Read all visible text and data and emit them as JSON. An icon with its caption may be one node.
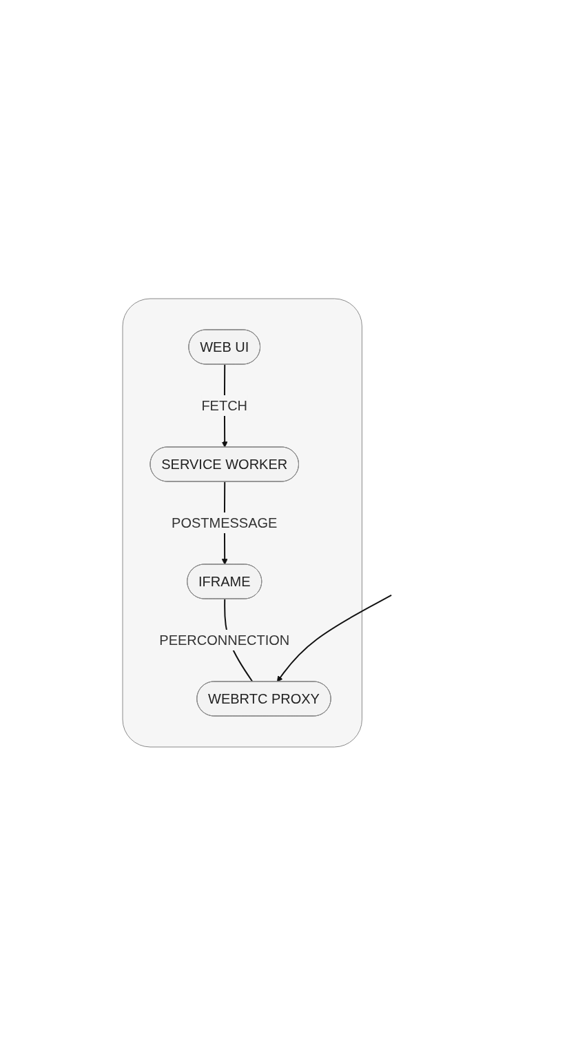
{
  "diagram": {
    "nodes": [
      {
        "text": [],
        "shape": "box"
      },
      {
        "text": [
          "WEB UI"
        ],
        "in": 0
      },
      {
        "text": [
          "SERVICE WORKER"
        ],
        "in": 0
      },
      {
        "text": [
          "IFRAME"
        ],
        "in": 0
      },
      {
        "text": [
          "WEBRTC PROXY"
        ],
        "in": 0
      }
    ],
    "edges": [
      {
        "from": 1,
        "to": 2,
        "arrow": "to",
        "label": "FETCH"
      },
      {
        "from": 2,
        "to": 3,
        "arrow": "to",
        "label": "POSTMESSAGE"
      },
      {
        "from": 3,
        "to": 4,
        "arrow": "none",
        "label": "PEERCONNECTION"
      },
      {
        "from": null,
        "to": 4,
        "arrow": "to"
      }
    ]
  }
}
